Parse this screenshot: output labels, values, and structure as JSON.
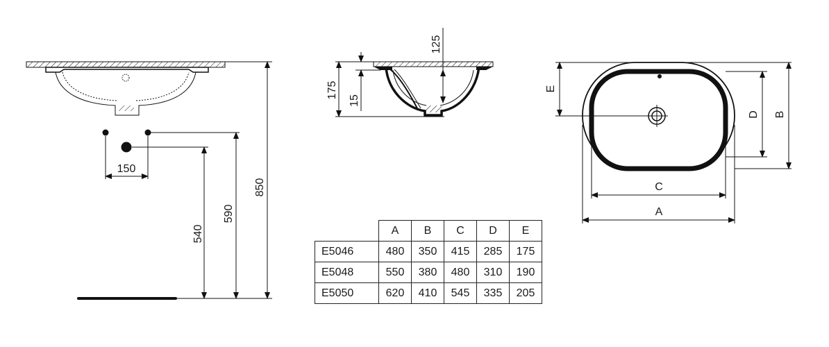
{
  "side_view": {
    "dim_150": "150",
    "dim_540": "540",
    "dim_590": "590",
    "dim_850": "850"
  },
  "section_view": {
    "dim_125": "125",
    "dim_175": "175",
    "dim_15": "15"
  },
  "plan_view": {
    "label_A": "A",
    "label_B": "B",
    "label_C": "C",
    "label_D": "D",
    "label_E": "E"
  },
  "table": {
    "headers": [
      "A",
      "B",
      "C",
      "D",
      "E"
    ],
    "rows": [
      {
        "model": "E5046",
        "values": [
          "480",
          "350",
          "415",
          "285",
          "175"
        ]
      },
      {
        "model": "E5048",
        "values": [
          "550",
          "380",
          "480",
          "310",
          "190"
        ]
      },
      {
        "model": "E5050",
        "values": [
          "620",
          "410",
          "545",
          "335",
          "205"
        ]
      }
    ]
  }
}
